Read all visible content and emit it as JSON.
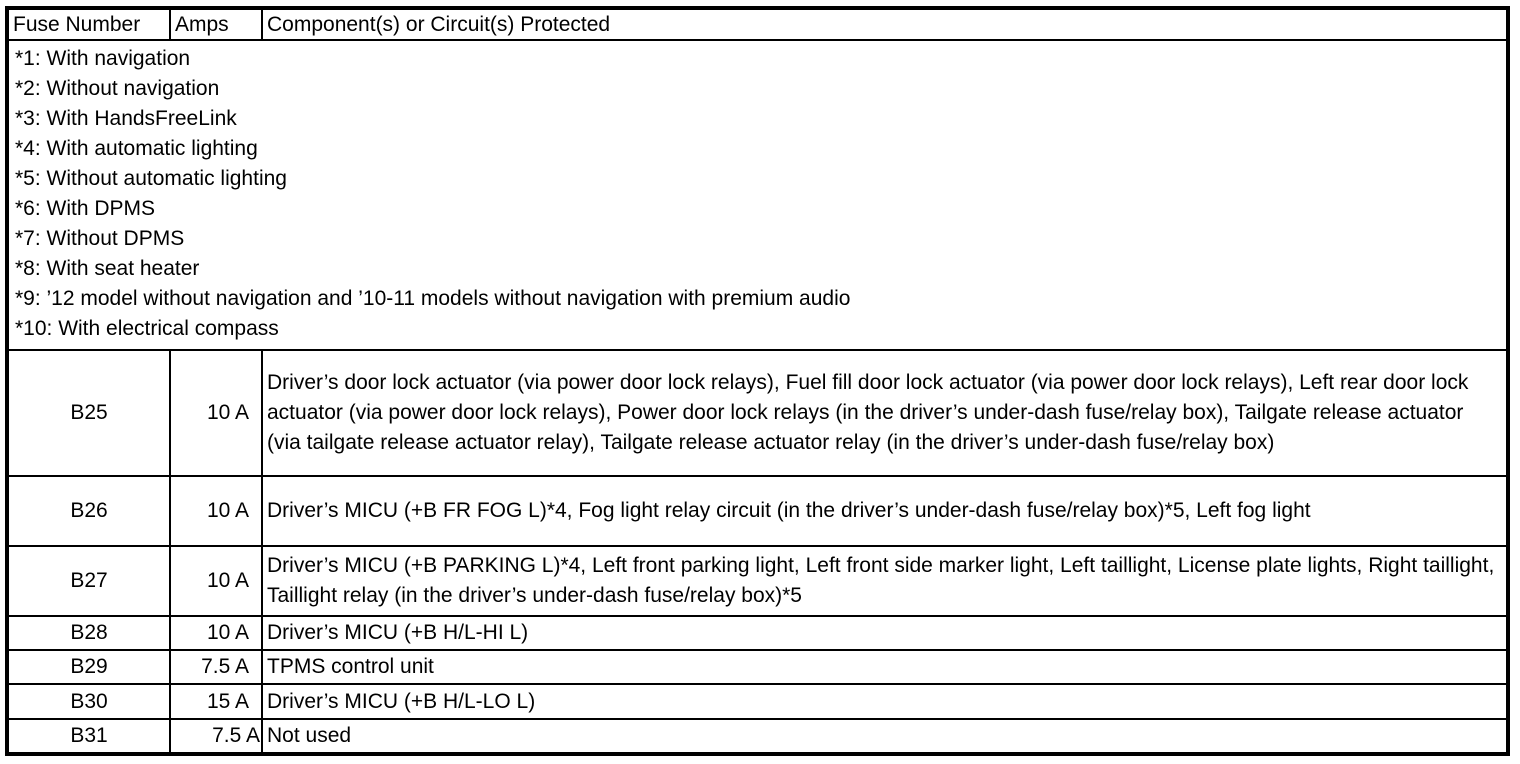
{
  "table": {
    "columns": [
      "Fuse Number",
      "Amps",
      "Component(s) or Circuit(s) Protected"
    ],
    "footnotes": [
      "*1: With navigation",
      "*2: Without navigation",
      "*3: With HandsFreeLink",
      "*4: With automatic lighting",
      "*5: Without automatic lighting",
      "*6: With DPMS",
      "*7: Without DPMS",
      "*8: With seat heater",
      "*9: ’12 model without navigation and ’10-11 models without navigation with premium audio",
      "*10: With electrical compass"
    ],
    "rows": [
      {
        "fuse_number": "B25",
        "amps": "10 A",
        "protected": "Driver’s door lock actuator (via power door lock relays), Fuel fill door lock actuator (via power door lock relays), Left rear door lock actuator (via power door lock relays), Power door lock relays (in the driver’s under-dash fuse/relay box), Tailgate release actuator (via tailgate release actuator relay), Tailgate release actuator relay (in the driver’s under-dash fuse/relay box)"
      },
      {
        "fuse_number": "B26",
        "amps": "10 A",
        "protected": "Driver’s MICU (+B FR FOG L)*4, Fog light relay circuit (in the driver’s under-dash fuse/relay box)*5, Left fog light"
      },
      {
        "fuse_number": "B27",
        "amps": "10 A",
        "protected": "Driver’s MICU (+B PARKING L)*4, Left front parking light, Left front side marker light, Left taillight, License plate lights, Right taillight, Taillight relay (in the driver’s under-dash fuse/relay box)*5"
      },
      {
        "fuse_number": "B28",
        "amps": "10 A",
        "protected": "Driver’s MICU (+B H/L-HI L)"
      },
      {
        "fuse_number": "B29",
        "amps": "7.5 A",
        "protected": "TPMS control unit"
      },
      {
        "fuse_number": "B30",
        "amps": "15 A",
        "protected": "Driver’s MICU (+B H/L-LO L)"
      },
      {
        "fuse_number": "B31",
        "amps": "7.5 A",
        "protected": "Not used"
      }
    ]
  }
}
